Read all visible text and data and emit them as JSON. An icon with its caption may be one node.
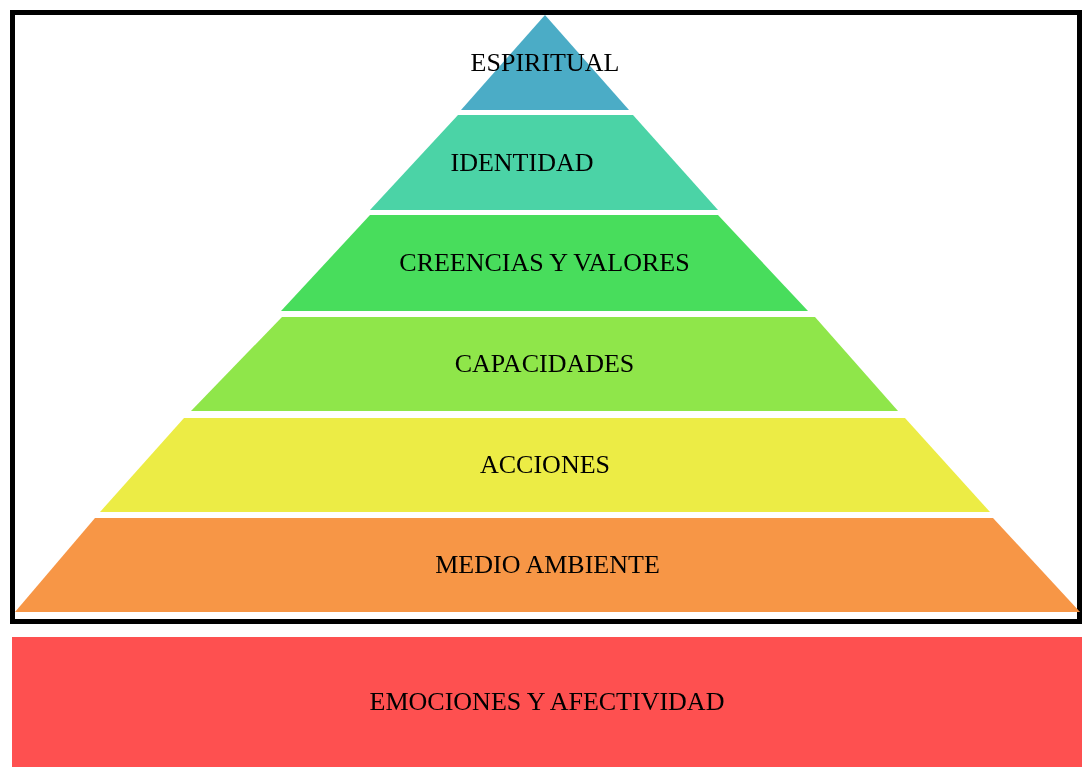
{
  "diagram": {
    "nodes": [
      {
        "text": [
          "ESPIRITUAL"
        ]
      },
      {
        "text": [
          "IDENTIDAD"
        ]
      },
      {
        "text": [
          "CREENCIAS Y VALORES"
        ]
      },
      {
        "text": [
          "CAPACIDADES"
        ]
      },
      {
        "text": [
          "ACCIONES"
        ]
      },
      {
        "text": [
          "MEDIO AMBIENTE"
        ]
      },
      {
        "text": [
          "EMOCIONES Y AFECTIVIDAD"
        ]
      }
    ]
  }
}
